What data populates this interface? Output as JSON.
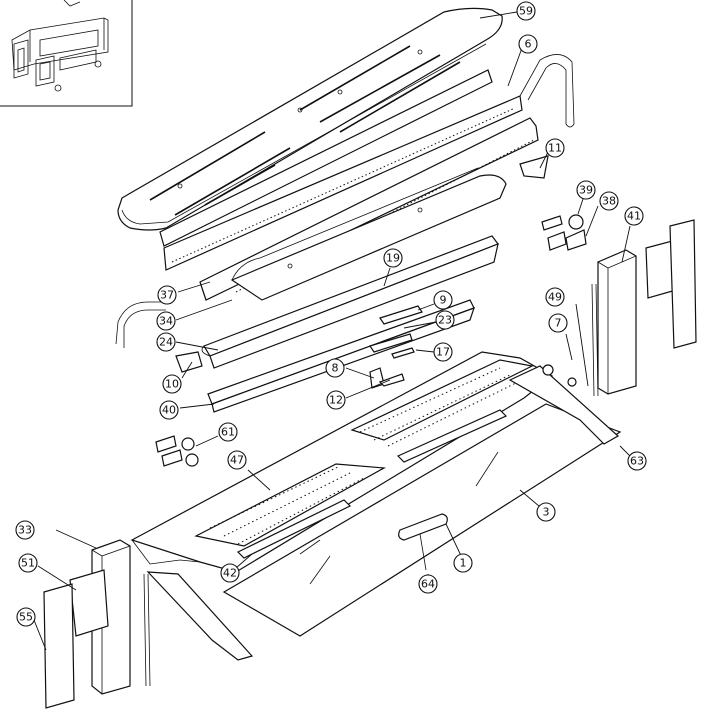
{
  "diagram": {
    "type": "exploded-assembly",
    "callouts": [
      {
        "id": "c59",
        "label": "59"
      },
      {
        "id": "c6",
        "label": "6"
      },
      {
        "id": "c11",
        "label": "11"
      },
      {
        "id": "c39",
        "label": "39"
      },
      {
        "id": "c38",
        "label": "38"
      },
      {
        "id": "c41",
        "label": "41"
      },
      {
        "id": "c19",
        "label": "19"
      },
      {
        "id": "c37",
        "label": "37"
      },
      {
        "id": "c34",
        "label": "34"
      },
      {
        "id": "c9",
        "label": "9"
      },
      {
        "id": "c23",
        "label": "23"
      },
      {
        "id": "c49",
        "label": "49"
      },
      {
        "id": "c24",
        "label": "24"
      },
      {
        "id": "c17",
        "label": "17"
      },
      {
        "id": "c7",
        "label": "7"
      },
      {
        "id": "c10",
        "label": "10"
      },
      {
        "id": "c8",
        "label": "8"
      },
      {
        "id": "c12",
        "label": "12"
      },
      {
        "id": "c40",
        "label": "40"
      },
      {
        "id": "c61",
        "label": "61"
      },
      {
        "id": "c63",
        "label": "63"
      },
      {
        "id": "c47",
        "label": "47"
      },
      {
        "id": "c3",
        "label": "3"
      },
      {
        "id": "c33",
        "label": "33"
      },
      {
        "id": "c1",
        "label": "1"
      },
      {
        "id": "c42",
        "label": "42"
      },
      {
        "id": "c51",
        "label": "51"
      },
      {
        "id": "c64",
        "label": "64"
      },
      {
        "id": "c55",
        "label": "55"
      }
    ]
  }
}
